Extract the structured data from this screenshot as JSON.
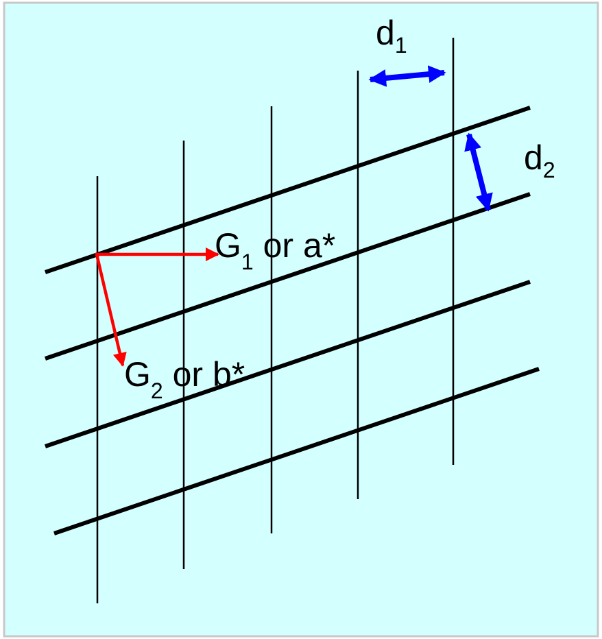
{
  "colors": {
    "background": "#d4ffff",
    "border": "#c8c8c8",
    "lines": "#000000",
    "vectors": "#ff0000",
    "spacings": "#0000ff",
    "text": "#000000"
  },
  "labels": {
    "g1": {
      "main": "G",
      "sub": "1",
      "rest": " or a*"
    },
    "g2": {
      "main": "G",
      "sub": "2",
      "rest": " or b*"
    },
    "d1": {
      "main": "d",
      "sub": "1"
    },
    "d2": {
      "main": "d",
      "sub": "2"
    }
  }
}
